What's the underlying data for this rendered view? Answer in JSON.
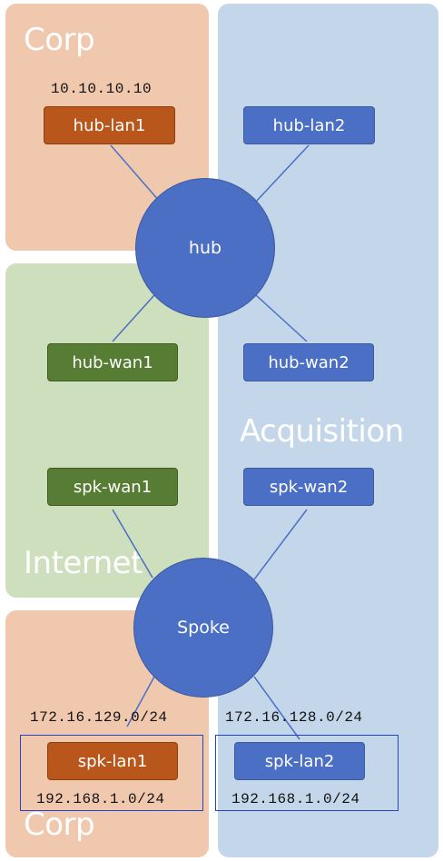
{
  "zones": {
    "corp_top": {
      "label": "Corp"
    },
    "internet": {
      "label": "Internet"
    },
    "acquisition": {
      "label": "Acquisition"
    },
    "corp_bottom": {
      "label": "Corp"
    }
  },
  "nodes": {
    "hub_lan1": {
      "label": "hub-lan1",
      "address": "10.10.10.10"
    },
    "hub_lan2": {
      "label": "hub-lan2"
    },
    "hub": {
      "label": "hub"
    },
    "hub_wan1": {
      "label": "hub-wan1"
    },
    "hub_wan2": {
      "label": "hub-wan2"
    },
    "spk_wan1": {
      "label": "spk-wan1"
    },
    "spk_wan2": {
      "label": "spk-wan2"
    },
    "spoke": {
      "label": "Spoke"
    },
    "spk_lan1": {
      "label": "spk-lan1",
      "upper_subnet": "172.16.129.0/24",
      "lower_subnet": "192.168.1.0/24"
    },
    "spk_lan2": {
      "label": "spk-lan2",
      "upper_subnet": "172.16.128.0/24",
      "lower_subnet": "192.168.1.0/24"
    }
  },
  "colors": {
    "corp_zone": "#efc8ae",
    "internet_zone": "#cddfbc",
    "acquisition_zone": "#c3d6ea",
    "node_blue": "#4a6fc4",
    "node_orange": "#b9561c",
    "node_green": "#577c34",
    "link": "#4a6fc4",
    "outline": "#2244cc"
  }
}
